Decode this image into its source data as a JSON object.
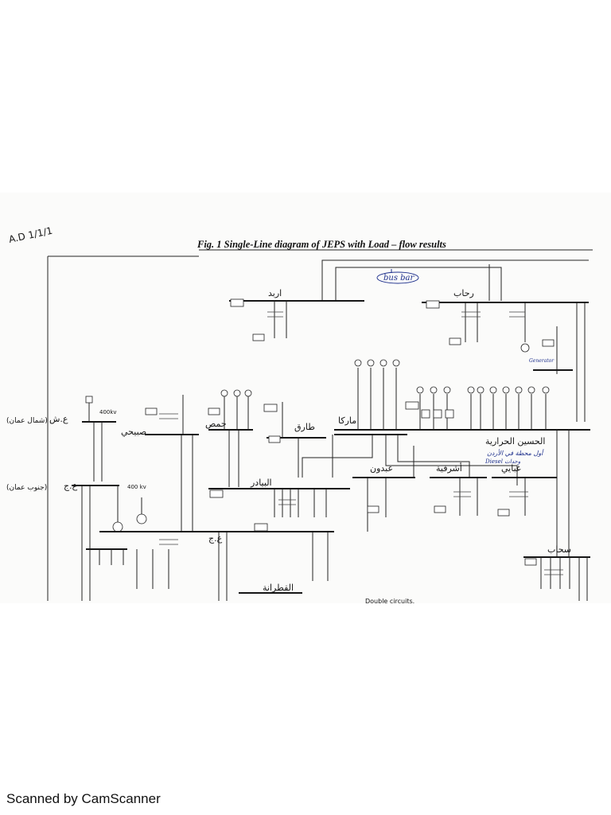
{
  "figure": {
    "title": "Fig. 1  Single-Line diagram of JEPS with Load – flow results"
  },
  "annotations": {
    "bus_bar": "bus bar",
    "double_circuits": "Double circuits.",
    "generator": "Generator",
    "first_station": "أول محطة في الأردن",
    "diesel_units": "Diesel وحدات",
    "north_label": "(شمال عمان)",
    "south_label": "(جنوب عمان)",
    "kv_400": "400kv",
    "kv_400_b": "400 kv",
    "corner_note": "A.D 1/1/1"
  },
  "stations": {
    "irbid": "اربد",
    "rehab": "رحاب",
    "hussein": "الحسين الحرارية",
    "marka": "ماركا",
    "tareq": "طارق",
    "hummus": "حمص",
    "sabihi": "صبيحي",
    "abdoun": "عبدون",
    "ashrafieh": "أشرفية",
    "bayader": "البيادر",
    "sahab": "سحاب",
    "qatraneh": "القطرانة",
    "amman_east": "ع.ش",
    "amman_south": "ع.ج",
    "ghabawi": "غبايي"
  },
  "footer": {
    "scanner": "Scanned by CamScanner"
  }
}
